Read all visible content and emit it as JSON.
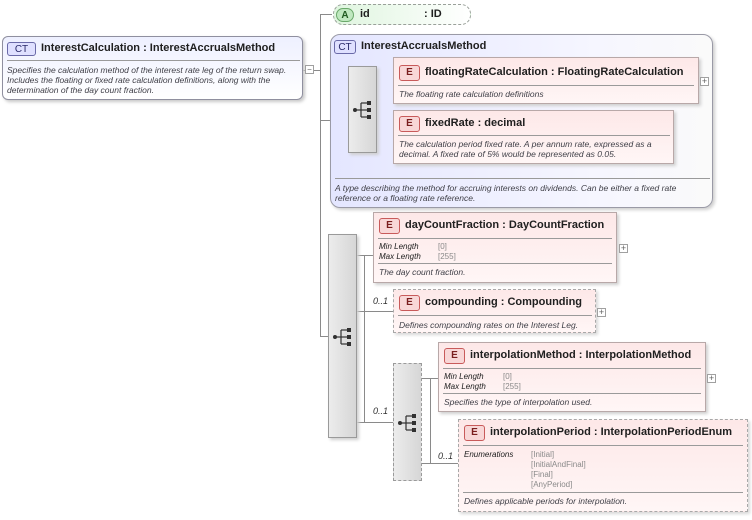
{
  "root": {
    "badge": "CT",
    "title": "InterestCalculation : InterestAccrualsMethod",
    "description": "Specifies the calculation method of the interest rate leg of the return swap. Includes the floating or fixed rate calculation definitions, along with the determination of the day count fraction."
  },
  "attribute": {
    "badge": "A",
    "name": "id",
    "type": ": ID"
  },
  "group": {
    "badge": "CT",
    "title": "InterestAccrualsMethod",
    "description": "A type describing the method for accruing interests on dividends. Can be either a fixed rate reference or a floating rate reference."
  },
  "elements": {
    "floating": {
      "badge": "E",
      "title": "floatingRateCalculation : FloatingRateCalculation",
      "description": "The floating rate calculation definitions"
    },
    "fixed": {
      "badge": "E",
      "title": "fixedRate : decimal",
      "description": "The calculation period fixed rate. A per annum rate, expressed as a decimal. A fixed rate of 5% would be represented as 0.05."
    },
    "dayCount": {
      "badge": "E",
      "title": "dayCountFraction : DayCountFraction",
      "min_length_label": "Min Length",
      "min_length_value": "[0]",
      "max_length_label": "Max Length",
      "max_length_value": "[255]",
      "description": "The day count fraction."
    },
    "compounding": {
      "badge": "E",
      "title": "compounding : Compounding",
      "cardinality": "0..1",
      "description": "Defines compounding rates on the Interest Leg."
    },
    "interpMethod": {
      "badge": "E",
      "title": "interpolationMethod : InterpolationMethod",
      "min_length_label": "Min Length",
      "min_length_value": "[0]",
      "max_length_label": "Max Length",
      "max_length_value": "[255]",
      "description": "Specifies the type of interpolation used."
    },
    "interpPeriod": {
      "badge": "E",
      "title": "interpolationPeriod : InterpolationPeriodEnum",
      "cardinality": "0..1",
      "enum_label": "Enumerations",
      "enum_values": [
        "[Initial]",
        "[InitialAndFinal]",
        "[Final]",
        "[AnyPeriod]"
      ],
      "description": "Defines applicable periods for interpolation."
    }
  },
  "sequence_cardinality": "0..1",
  "plus_symbol": "+"
}
